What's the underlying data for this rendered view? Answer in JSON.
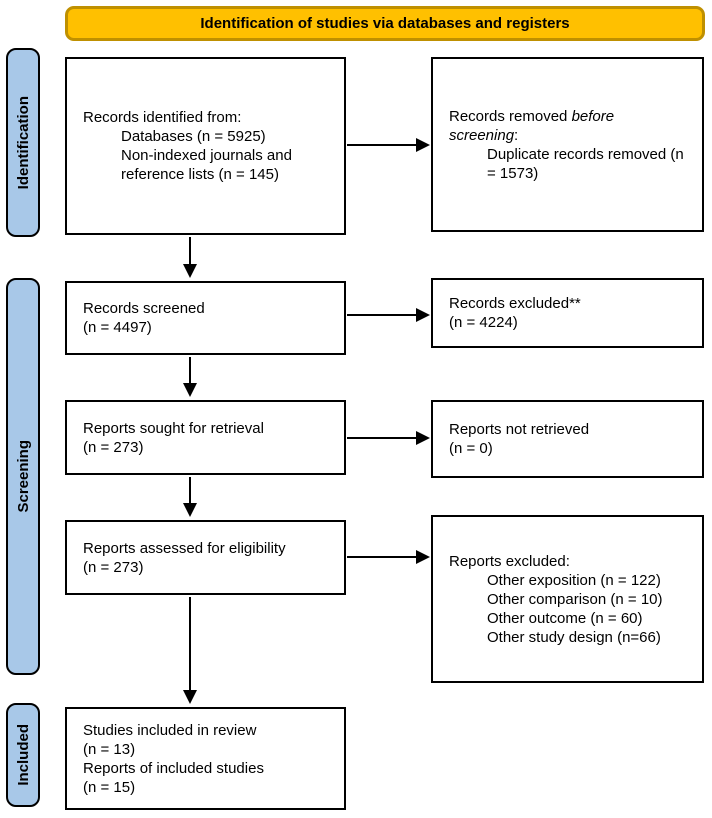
{
  "header": {
    "title": "Identification of studies via databases and registers"
  },
  "colors": {
    "header_fill": "#FFC000",
    "header_border": "#BF9000",
    "stage_fill": "#A8C8E8",
    "box_border": "#000000",
    "arrow": "#000000"
  },
  "sidebar": {
    "identification": "Identification",
    "screening": "Screening",
    "included": "Included"
  },
  "boxes": {
    "identified": {
      "line1": "Records identified from:",
      "line2": "Databases (n = 5925)",
      "line3": "Non-indexed journals and",
      "line4": "reference lists (n = 145)"
    },
    "removed": {
      "line1_pre": "Records removed ",
      "line1_italic": "before",
      "line2_italic": "screening",
      "line2_post": ":",
      "line3": "Duplicate records removed (n",
      "line4": "= 1573)"
    },
    "screened": {
      "line1": "Records screened",
      "line2": "(n = 4497)"
    },
    "excluded_records": {
      "line1": "Records excluded**",
      "line2": "(n = 4224)"
    },
    "sought": {
      "line1": "Reports sought for retrieval",
      "line2": "(n = 273)"
    },
    "not_retrieved": {
      "line1": "Reports not retrieved",
      "line2": "(n = 0)"
    },
    "assessed": {
      "line1": "Reports assessed for eligibility",
      "line2": "(n = 273)"
    },
    "excluded_reports": {
      "line1": "Reports excluded:",
      "line2": "Other exposition (n = 122)",
      "line3": "Other comparison (n = 10)",
      "line4": "Other outcome (n = 60)",
      "line5": "Other study design (n=66)"
    },
    "included_studies": {
      "line1": "Studies included in review",
      "line2": "(n = 13)",
      "line3": "Reports of included studies",
      "line4": "(n = 15)"
    }
  }
}
